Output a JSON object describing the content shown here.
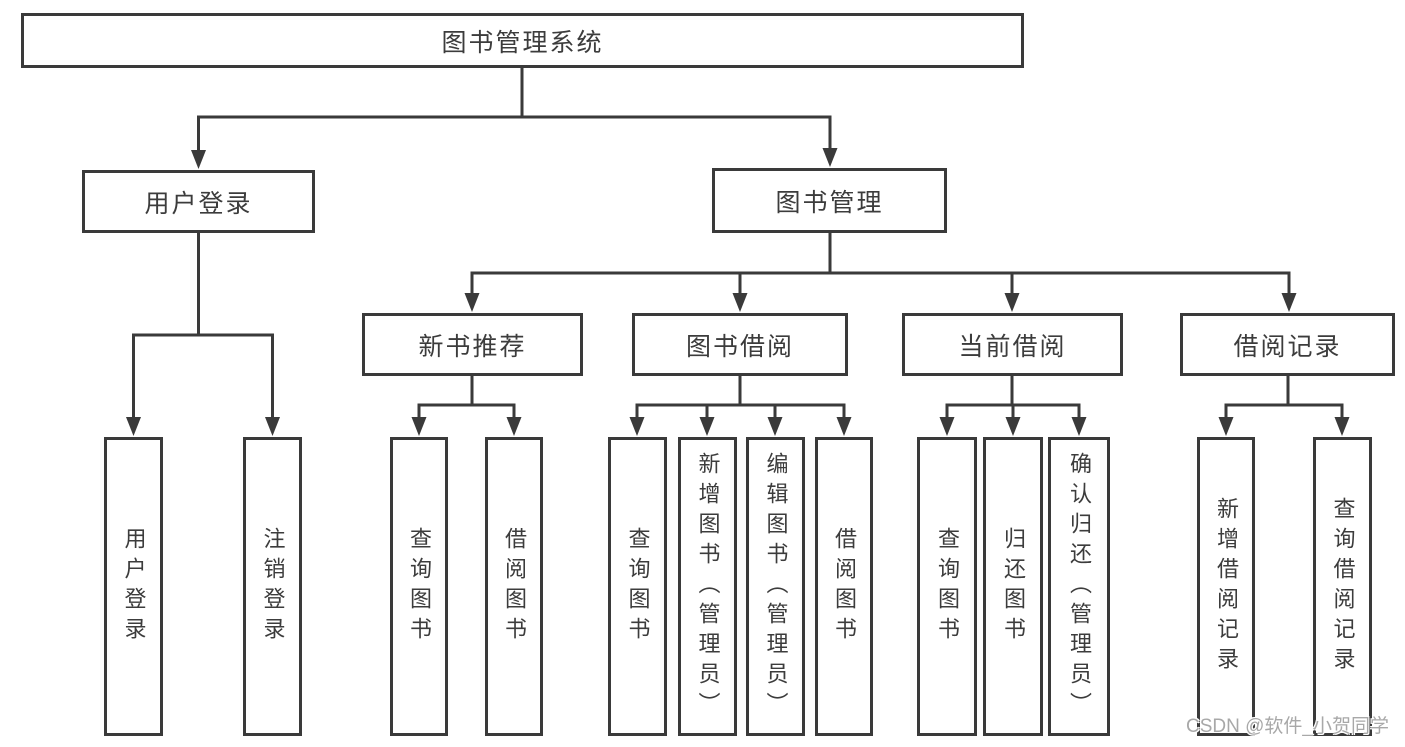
{
  "tree": {
    "label": "图书管理系统",
    "children": [
      {
        "label": "用户登录",
        "children": [
          {
            "label": "用户登录"
          },
          {
            "label": "注销登录"
          }
        ]
      },
      {
        "label": "图书管理",
        "children": [
          {
            "label": "新书推荐",
            "children": [
              {
                "label": "查询图书"
              },
              {
                "label": "借阅图书"
              }
            ]
          },
          {
            "label": "图书借阅",
            "children": [
              {
                "label": "查询图书"
              },
              {
                "label": "新增图书（管理员）"
              },
              {
                "label": "编辑图书（管理员）"
              },
              {
                "label": "借阅图书"
              }
            ]
          },
          {
            "label": "当前借阅",
            "children": [
              {
                "label": "查询图书"
              },
              {
                "label": "归还图书"
              },
              {
                "label": "确认归还（管理员）"
              }
            ]
          },
          {
            "label": "借阅记录",
            "children": [
              {
                "label": "新增借阅记录"
              },
              {
                "label": "查询借阅记录"
              }
            ]
          }
        ]
      }
    ]
  },
  "watermark": {
    "label": "CSDN @软件_小贺同学"
  },
  "colors": {
    "line": "#3a3a3a",
    "text": "#3c3c3c",
    "watermark": "#a8a8a8",
    "background": "#ffffff"
  }
}
